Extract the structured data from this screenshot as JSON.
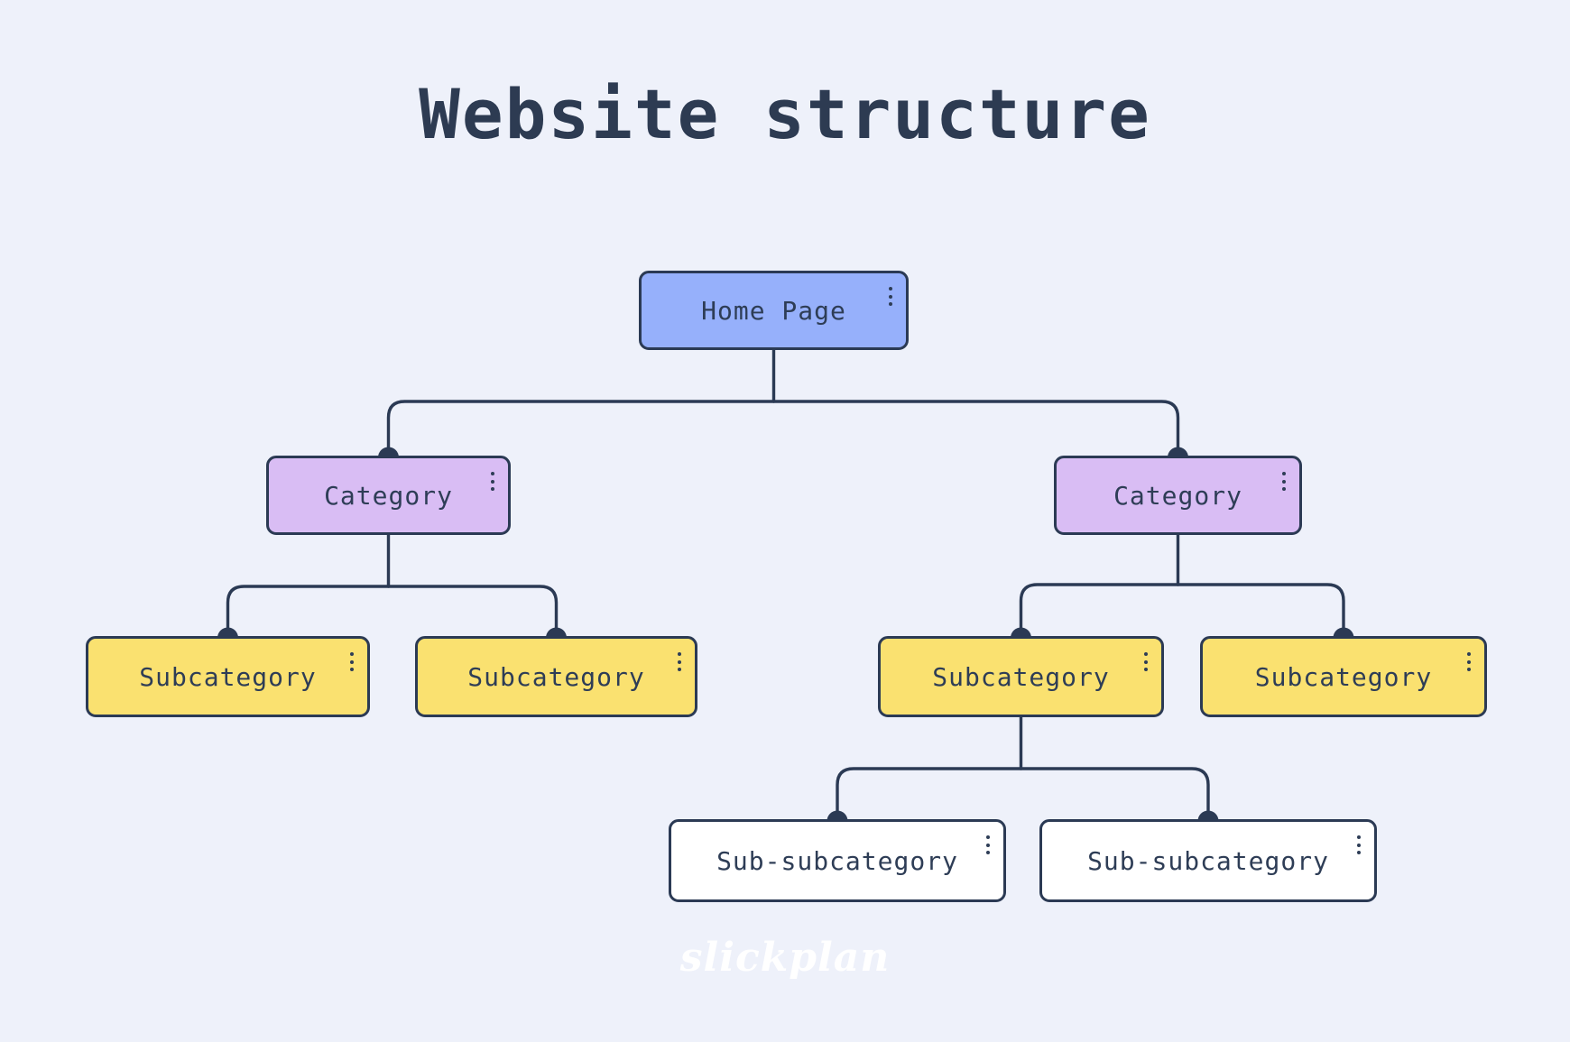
{
  "title": "Website structure",
  "watermark": "slickplan",
  "colors": {
    "background": "#eef1fa",
    "border": "#2b3a54",
    "connector": "#2b3a54",
    "text": "#2e3d56",
    "home": "#96b0fb",
    "category": "#d9bdf4",
    "subcategory": "#fae170",
    "subsubcategory": "#ffffff"
  },
  "icons": {
    "node_menu": "kebab-vertical-icon"
  },
  "nodes": [
    {
      "id": "home",
      "label": "Home Page",
      "level": "home",
      "parent": null
    },
    {
      "id": "cat-1",
      "label": "Category",
      "level": "category",
      "parent": "home"
    },
    {
      "id": "cat-2",
      "label": "Category",
      "level": "category",
      "parent": "home"
    },
    {
      "id": "sub-1",
      "label": "Subcategory",
      "level": "subcategory",
      "parent": "cat-1"
    },
    {
      "id": "sub-2",
      "label": "Subcategory",
      "level": "subcategory",
      "parent": "cat-1"
    },
    {
      "id": "sub-3",
      "label": "Subcategory",
      "level": "subcategory",
      "parent": "cat-2"
    },
    {
      "id": "sub-4",
      "label": "Subcategory",
      "level": "subcategory",
      "parent": "cat-2"
    },
    {
      "id": "ssub-1",
      "label": "Sub-subcategory",
      "level": "subsubcategory",
      "parent": "sub-3"
    },
    {
      "id": "ssub-2",
      "label": "Sub-subcategory",
      "level": "subsubcategory",
      "parent": "sub-3"
    }
  ]
}
